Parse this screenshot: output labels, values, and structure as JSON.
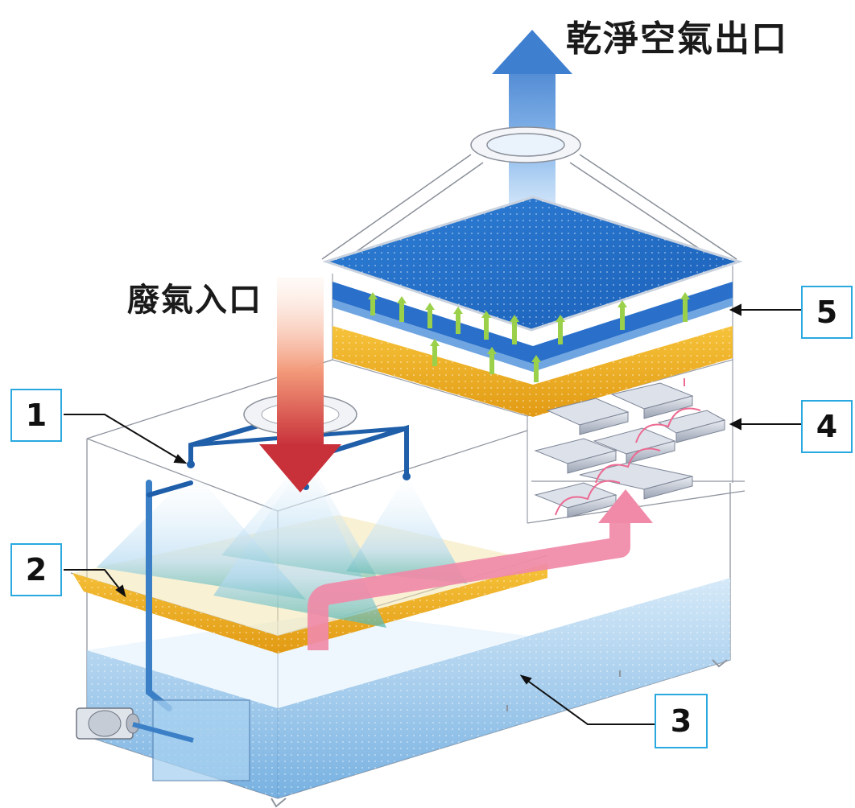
{
  "labels": {
    "clean_air_outlet": "乾淨空氣出口",
    "waste_gas_inlet": "廢氣入口"
  },
  "callouts": [
    {
      "id": "1",
      "text": "1"
    },
    {
      "id": "2",
      "text": "2"
    },
    {
      "id": "3",
      "text": "3"
    },
    {
      "id": "4",
      "text": "4"
    },
    {
      "id": "5",
      "text": "5"
    }
  ],
  "colors": {
    "callout_border": "#29a9e0",
    "outlet_arrow": "#3f7fd0",
    "inlet_arrow": "#c8303a",
    "airflow_arrow": "#f08aa8",
    "filter_media": "#e8b020",
    "demister_pad": "#2a6fc9",
    "water_tank": "#6aaee0",
    "leader_line": "#111111"
  },
  "icons": [
    "up-arrow-icon",
    "down-arrow-icon",
    "spray-nozzle-icon",
    "pump-icon"
  ]
}
